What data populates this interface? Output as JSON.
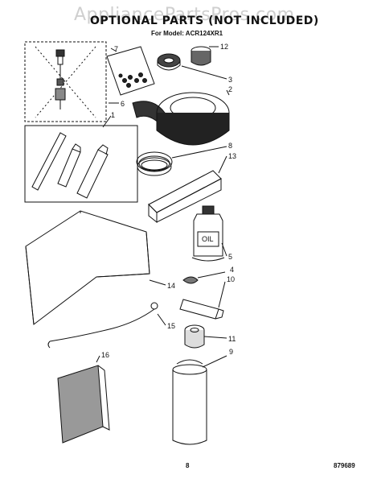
{
  "header": {
    "watermark": "AppliancePartsPros.com",
    "title": "OPTIONAL PARTS  (NOT INCLUDED)",
    "model_label": "For Model: ACR124XR1"
  },
  "callouts": {
    "c1": "1",
    "c2": "2",
    "c3": "3",
    "c4": "4",
    "c5": "5",
    "c6": "6",
    "c7": "7",
    "c8": "8",
    "c9": "9",
    "c10": "10",
    "c11": "11",
    "c12": "12",
    "c13": "13",
    "c14": "14",
    "c15": "15",
    "c16": "16"
  },
  "labels": {
    "oil_bottle": "OIL"
  },
  "footer": {
    "page_number": "8",
    "doc_code": "879689"
  }
}
